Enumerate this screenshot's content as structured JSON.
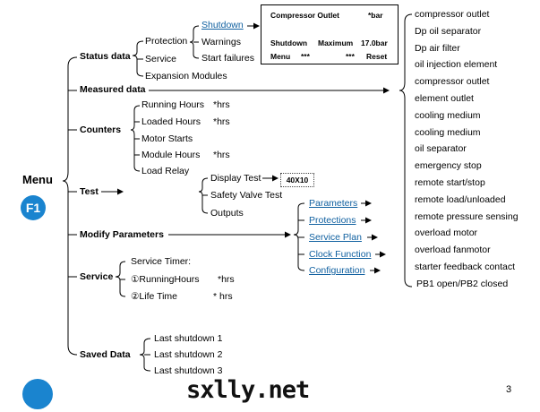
{
  "menu": {
    "title": "Menu",
    "key_label": "F1"
  },
  "status_data": {
    "label": "Status data",
    "protection": "Protection",
    "service": "Service",
    "expansion": "Expansion Modules",
    "protection_items": {
      "shutdown": "Shutdown",
      "warnings": "Warnings",
      "start_failures": "Start failures"
    }
  },
  "display_panel": {
    "row1_label": "Compressor Outlet",
    "row1_unit": "*bar",
    "row2_shutdown": "Shutdown",
    "row2_max": "Maximum",
    "row2_value": "17.0bar",
    "row3_menu": "Menu",
    "row3_stars1": "***",
    "row3_stars2": "***",
    "row3_reset": "Reset"
  },
  "measured_data": {
    "label": "Measured data",
    "items": [
      "compressor outlet",
      "Dp oil separator",
      "Dp air filter",
      "oil injection element",
      "compressor outlet",
      "element outlet",
      "cooling medium",
      "cooling medium",
      "oil separator",
      "emergency stop",
      "remote start/stop",
      "remote load/unloaded",
      "remote pressure sensing",
      "overload motor",
      "overload fanmotor",
      "starter feedback contact",
      "PB1 open/PB2 closed"
    ]
  },
  "counters": {
    "label": "Counters",
    "running_hours": "Running Hours",
    "running_unit": "*hrs",
    "loaded_hours": "Loaded Hours",
    "loaded_unit": "*hrs",
    "motor_starts": "Motor Starts",
    "module_hours": "Module Hours",
    "module_unit": "*hrs",
    "load_relay": "Load Relay"
  },
  "test": {
    "label": "Test",
    "display_test": "Display Test",
    "display_value": "40X10",
    "safety_valve": "Safety Valve Test",
    "outputs": "Outputs"
  },
  "modify": {
    "label": "Modify Parameters",
    "items": [
      "Parameters",
      "Protections",
      "Service Plan",
      "Clock Function",
      "Configuration"
    ]
  },
  "service": {
    "label": "Service",
    "timer": "Service Timer:",
    "running": "①RunningHours",
    "running_unit": "*hrs",
    "life": "②Life Time",
    "life_unit": "* hrs"
  },
  "saved_data": {
    "label": "Saved Data",
    "items": [
      "Last shutdown 1",
      "Last shutdown 2",
      "Last shutdown 3"
    ]
  },
  "watermark": "sxlly.net",
  "page_number": "3",
  "colors": {
    "accent": "#1a84cf",
    "link": "#1060a0"
  }
}
